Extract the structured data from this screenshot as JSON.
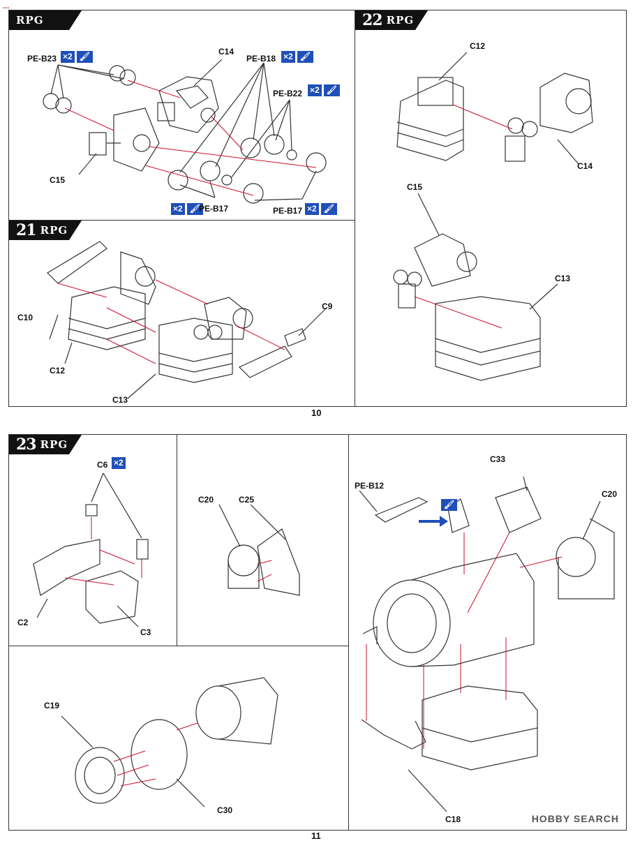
{
  "watermark_top": "...",
  "watermark_bottom": "HOBBY SEARCH",
  "pages": {
    "top": "10",
    "bottom": "11"
  },
  "steps": {
    "s20": {
      "brand": "RPG"
    },
    "s21": {
      "num": "21",
      "brand": "RPG"
    },
    "s22": {
      "num": "22",
      "brand": "RPG"
    },
    "s23": {
      "num": "23",
      "brand": "RPG"
    }
  },
  "qty": {
    "x2": "×2",
    "glue": "🖌"
  },
  "labels": {
    "peb23": "PE-B23",
    "c14a": "C14",
    "peb18": "PE-B18",
    "peb22": "PE-B22",
    "c15a": "C15",
    "peb17a": "PE-B17",
    "peb17b": "PE-B17",
    "c12a": "C12",
    "c14b": "C14",
    "c15b": "C15",
    "c13a": "C13",
    "c10": "C10",
    "c9": "C9",
    "c12b": "C12",
    "c13b": "C13",
    "c6": "C6",
    "c2": "C2",
    "c3": "C3",
    "c20a": "C20",
    "c25": "C25",
    "peb12": "PE-B12",
    "c33": "C33",
    "c20b": "C20",
    "c18": "C18",
    "c19": "C19",
    "c30": "C30"
  },
  "colors": {
    "accent": "#1f4fb8",
    "arrow": "#c8102e",
    "line": "#333333"
  }
}
